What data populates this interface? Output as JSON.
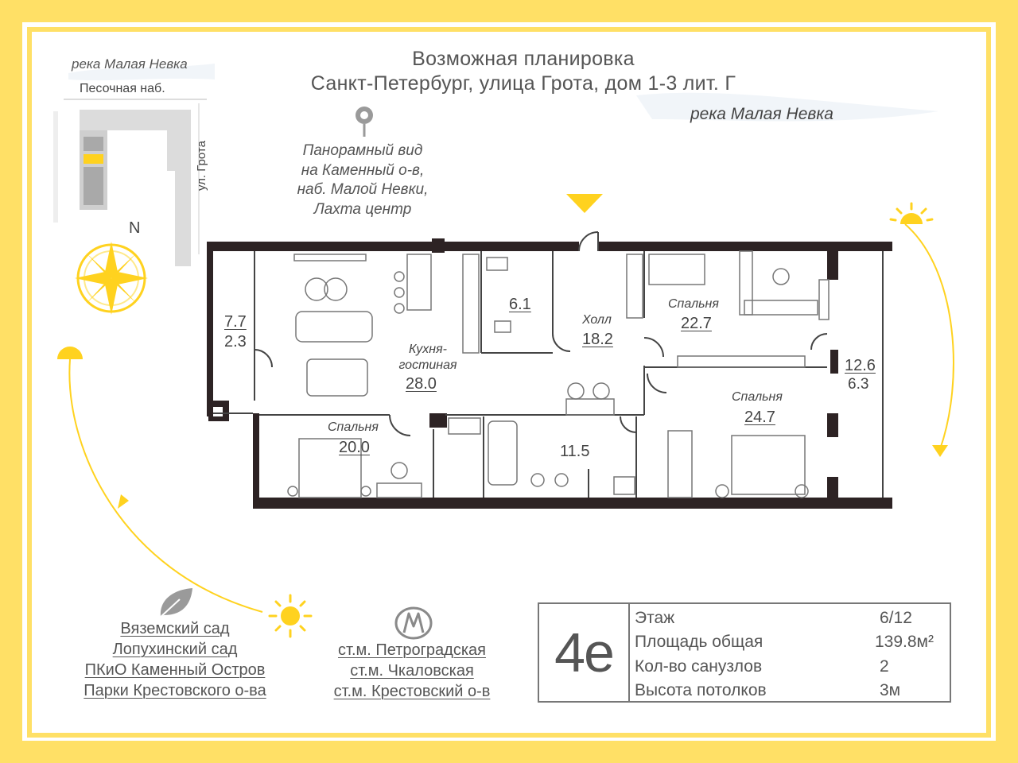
{
  "header": {
    "title_line1": "Возможная планировка",
    "title_line2": "Санкт-Петербург, улица Грота, дом 1-3 лит. Г"
  },
  "map": {
    "river_top": "река  Малая Невка",
    "embankment": "Песочная наб.",
    "street": "ул. Грота",
    "north": "N"
  },
  "river_right": "река  Малая Невка",
  "panorama": {
    "line1": "Панорамный вид",
    "line2": "на Каменный о-в,",
    "line3": "наб. Малой Невки,",
    "line4": "Лахта центр"
  },
  "rooms": [
    {
      "id": "balcony-left",
      "label": "",
      "area": "7.7",
      "area2": "2.3"
    },
    {
      "id": "bathroom-small",
      "label": "",
      "area": "6.1"
    },
    {
      "id": "hall",
      "label": "Холл",
      "area": "18.2"
    },
    {
      "id": "kitchen-living",
      "label": "Кухня-\nгостиная",
      "area": "28.0"
    },
    {
      "id": "bedroom-top",
      "label": "Спальня",
      "area": "22.7"
    },
    {
      "id": "bedroom-right",
      "label": "Спальня",
      "area": "24.7"
    },
    {
      "id": "bedroom-left",
      "label": "Спальня",
      "area": "20.0"
    },
    {
      "id": "bathroom-large",
      "label": "",
      "area": "11.5"
    },
    {
      "id": "balcony-right",
      "label": "",
      "area": "12.6",
      "area2": "6.3"
    }
  ],
  "parks": [
    "Вяземский сад",
    "Лопухинский сад",
    "ПКиО Каменный Остров",
    "Парки Крестовского о-ва"
  ],
  "metro": [
    "ст.м. Петроградская",
    "ст.м. Чкаловская",
    "ст.м. Крестовский о-в"
  ],
  "info": {
    "code": "4е",
    "rows": [
      {
        "label": "Этаж",
        "value": "6/12"
      },
      {
        "label": "Площадь общая",
        "value": "139.8м²"
      },
      {
        "label": "Кол-во санузлов",
        "value": "2"
      },
      {
        "label": "Высота потолков",
        "value": "3м"
      }
    ]
  },
  "colors": {
    "accent": "#ffe066",
    "sun": "#ffd21f",
    "wall": "#2d2324",
    "text": "#555555"
  },
  "icons": [
    "location-pin-icon",
    "entrance-arrow-icon",
    "compass-rose-icon",
    "sun-icon",
    "leaf-icon",
    "metro-icon"
  ]
}
